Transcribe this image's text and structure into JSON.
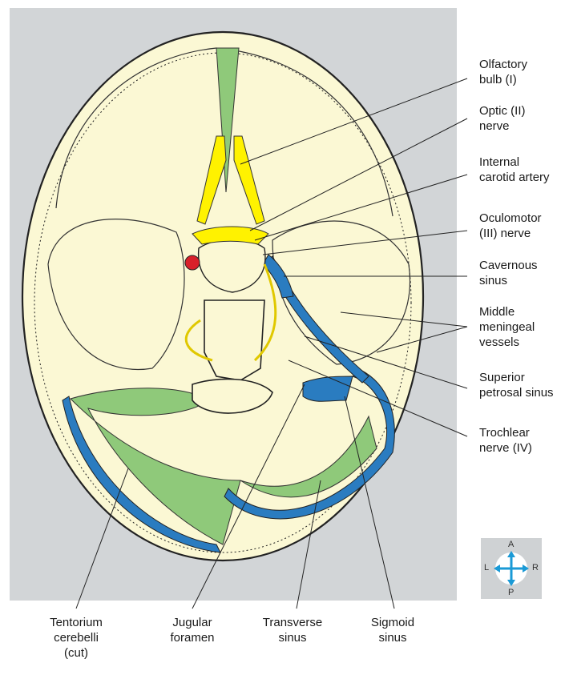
{
  "colors": {
    "panel": "#d2d5d7",
    "bone": "#fbf8d4",
    "tentorium": "#8fc97a",
    "sinus": "#2a7cc0",
    "nerve": "#fff200",
    "artery": "#d8202a",
    "ink": "#222222",
    "compass_arrow": "#1a9ad6"
  },
  "labels": {
    "olfactory": [
      "Olfactory",
      "bulb (I)"
    ],
    "optic": [
      "Optic (II)",
      "nerve"
    ],
    "carotid": [
      "Internal",
      "carotid artery"
    ],
    "oculomotor": [
      "Oculomotor",
      "(III) nerve"
    ],
    "cavernous": [
      "Cavernous",
      "sinus"
    ],
    "meningeal": [
      "Middle",
      "meningeal",
      "vessels"
    ],
    "petrosal": [
      "Superior",
      "petrosal sinus"
    ],
    "trochlear": [
      "Trochlear",
      "nerve (IV)"
    ],
    "tentorium": [
      "Tentorium",
      "cerebelli",
      "(cut)"
    ],
    "jugular": [
      "Jugular",
      "foramen"
    ],
    "transverse": [
      "Transverse",
      "sinus"
    ],
    "sigmoid": [
      "Sigmoid",
      "sinus"
    ]
  },
  "orientation": {
    "anterior": "A",
    "posterior": "P",
    "left": "L",
    "right": "R"
  }
}
